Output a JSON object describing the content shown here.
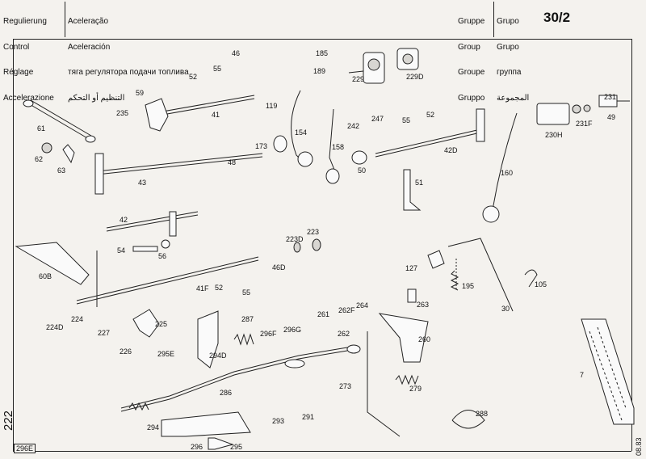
{
  "header": {
    "col1": [
      "Regulierung",
      "Control",
      "Réglage",
      "Accelerazione"
    ],
    "col2": [
      "Aceleração",
      "Aceleración",
      "тяга регулятора подачи топлива",
      "التنظيم أو التحكم"
    ],
    "col3": [
      "Gruppe",
      "Group",
      "Groupe",
      "Gruppo"
    ],
    "col4": [
      "Grupo",
      "Grupo",
      "группа",
      "المجموعة"
    ],
    "group_number": "30/2"
  },
  "page_number": "222",
  "box_label": "296E",
  "date_code": "08.83",
  "part_labels": [
    "46",
    "185",
    "189",
    "229",
    "229D",
    "52",
    "55",
    "59",
    "235",
    "41",
    "119",
    "154",
    "173",
    "48",
    "61",
    "62",
    "63",
    "43",
    "242",
    "247",
    "55",
    "52",
    "158",
    "42D",
    "50",
    "51",
    "231",
    "231F",
    "49",
    "230H",
    "160",
    "42",
    "223",
    "223D",
    "54",
    "56",
    "46D",
    "60B",
    "41F",
    "52",
    "55",
    "127",
    "195",
    "105",
    "30",
    "224D",
    "224",
    "225",
    "227",
    "226",
    "295E",
    "294D",
    "287",
    "296F",
    "296G",
    "261",
    "262F",
    "264",
    "263",
    "262",
    "260",
    "279",
    "273",
    "286",
    "7",
    "294",
    "293",
    "291",
    "288",
    "296",
    "295"
  ],
  "icons": [
    "lever-icon",
    "rod-icon",
    "bolt-icon",
    "washer-icon",
    "spring-icon",
    "bracket-icon",
    "pedal-icon",
    "cable-icon",
    "clip-icon"
  ]
}
